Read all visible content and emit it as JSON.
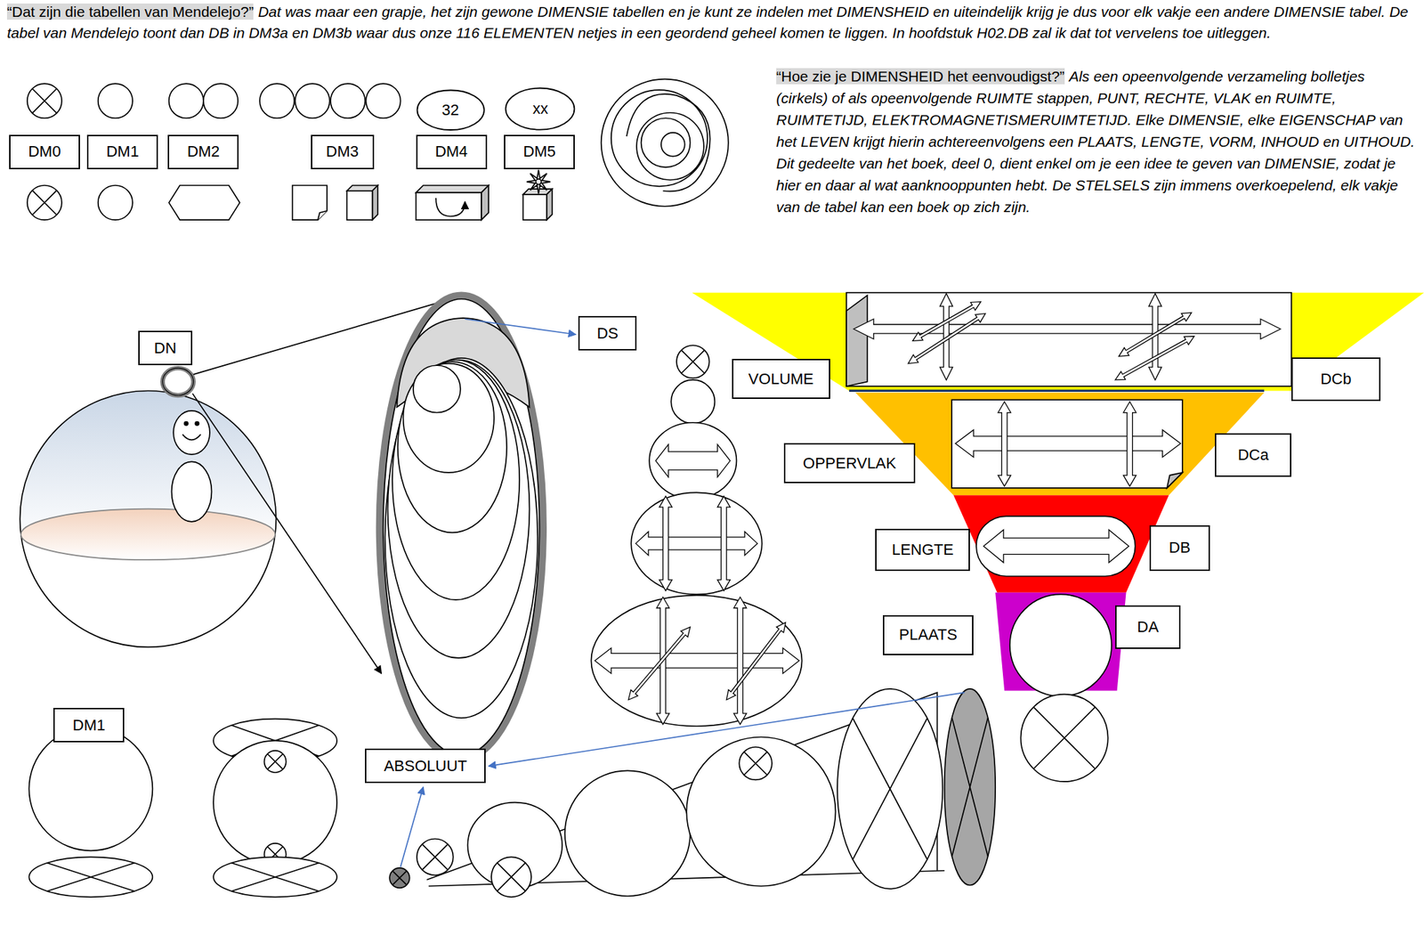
{
  "diagram": {
    "nodes": [
      {
        "text": [
          "32"
        ]
      },
      {
        "text": [
          "xx"
        ]
      },
      {
        "text": [
          "DM0"
        ]
      },
      {
        "text": [
          "DM1"
        ]
      },
      {
        "text": [
          "DM2"
        ]
      },
      {
        "text": [
          "DM3"
        ]
      },
      {
        "text": [
          "DM4"
        ]
      },
      {
        "text": [
          "DM5"
        ]
      },
      {
        "text": [
          "DN"
        ]
      },
      {
        "text": [
          "DS"
        ]
      },
      {
        "text": [
          "VOLUME"
        ]
      },
      {
        "text": [
          "DCb"
        ]
      },
      {
        "text": [
          "OPPERVLAK"
        ]
      },
      {
        "text": [
          "DCa"
        ]
      },
      {
        "text": [
          "LENGTE"
        ]
      },
      {
        "text": [
          "DB"
        ]
      },
      {
        "text": [
          "PLAATS"
        ]
      },
      {
        "text": [
          "DA"
        ]
      },
      {
        "text": [
          "DM1"
        ]
      },
      {
        "text": [
          "ABSOLUUT"
        ]
      }
    ],
    "labels": [
      "“Dat zijn die tabellen van Mendelejo?”",
      "Dat was maar een grapje, het zijn gewone DIMENSIE tabellen en je kunt ze indelen met DIMENSHEID en uiteindelijk krijg je dus voor elk vakje een andere DIMENSIE tabel. De tabel van Mendelejo toont dan DB in DM3a en DM3b waar dus onze 116 ELEMENTEN netjes in een geordend geheel komen te liggen. In hoofdstuk H02.DB zal ik dat tot vervelens toe uitleggen.",
      "“Hoe zie je DIMENSHEID het eenvoudigst?”",
      "Als een opeenvolgende verzameling bolletjes (cirkels) of als opeenvolgende RUIMTE stappen, PUNT, RECHTE, VLAK en RUIMTE, RUIMTETIJD, ELEKTROMAGNETISMERUIMTETIJD. Elke DIMENSIE, elke EIGENSCHAP van het LEVEN krijgt hierin achtereenvolgens een PLAATS, LENGTE, VORM, INHOUD en UITHOUD. Dit gedeelte van het boek, deel 0, dient enkel om je een idee te geven van DIMENSIE, zodat je hier en daar al wat aanknooppunten hebt. De STELSELS zijn immens overkoepelend, elk vakje van de tabel kan een boek op zich zijn."
    ]
  }
}
